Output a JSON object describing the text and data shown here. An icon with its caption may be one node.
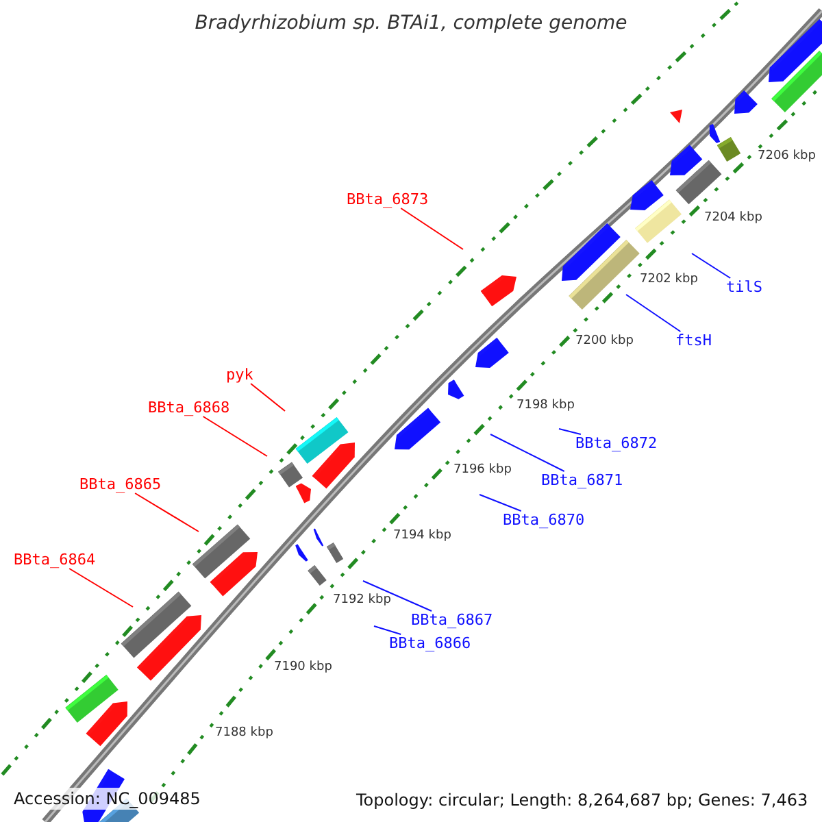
{
  "diagram": {
    "title": "Bradyrhizobium sp. BTAi1, complete genome",
    "nodes": [
      {
        "text": [
          "BBta_6873"
        ]
      },
      {
        "text": [
          "pyk"
        ]
      },
      {
        "text": [
          "BBta_6868"
        ]
      },
      {
        "text": [
          "BBta_6865"
        ]
      },
      {
        "text": [
          "BBta_6864"
        ]
      },
      {
        "text": [
          "tilS"
        ]
      },
      {
        "text": [
          "ftsH"
        ]
      },
      {
        "text": [
          "BBta_6872"
        ]
      },
      {
        "text": [
          "BBta_6871"
        ]
      },
      {
        "text": [
          "BBta_6870"
        ]
      },
      {
        "text": [
          "BBta_6867"
        ]
      },
      {
        "text": [
          "BBta_6866"
        ]
      }
    ],
    "edges": [
      {
        "from": 0,
        "to": null,
        "arrow": "none",
        "color": "#ff0000"
      },
      {
        "from": 1,
        "to": null,
        "arrow": "none",
        "color": "#ff0000"
      },
      {
        "from": 2,
        "to": null,
        "arrow": "none",
        "color": "#ff0000"
      },
      {
        "from": 3,
        "to": null,
        "arrow": "none",
        "color": "#ff0000"
      },
      {
        "from": 4,
        "to": null,
        "arrow": "none",
        "color": "#ff0000"
      },
      {
        "from": 5,
        "to": null,
        "arrow": "none"
      },
      {
        "from": 6,
        "to": null,
        "arrow": "none"
      },
      {
        "from": 7,
        "to": null,
        "arrow": "none"
      },
      {
        "from": 8,
        "to": null,
        "arrow": "none"
      },
      {
        "from": 9,
        "to": null,
        "arrow": "none"
      },
      {
        "from": 10,
        "to": null,
        "arrow": "none"
      },
      {
        "from": 11,
        "to": null,
        "arrow": "none"
      }
    ],
    "labels": [
      "7206 kbp",
      "7204 kbp",
      "7202 kbp",
      "7200 kbp",
      "7198 kbp",
      "7196 kbp",
      "7194 kbp",
      "7192 kbp",
      "7190 kbp",
      "7188 kbp",
      "Accession: NC_009485",
      "Topology: circular; Length: 8,264,687 bp; Genes: 7,463"
    ]
  }
}
